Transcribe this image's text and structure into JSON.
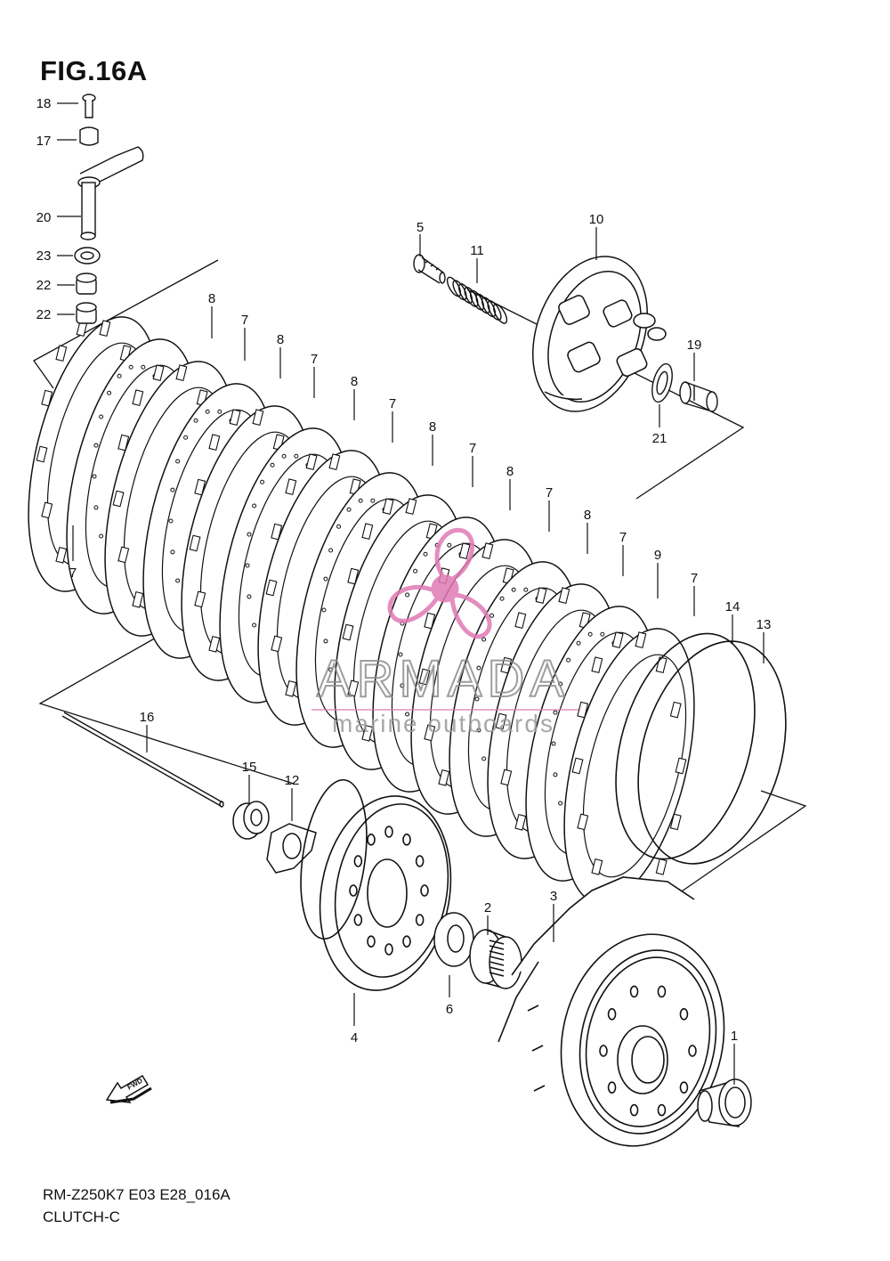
{
  "figure": {
    "title": "FIG.16A",
    "model_code": "RM-Z250K7 E03 E28_016A",
    "section": "CLUTCH-C"
  },
  "watermark": {
    "brand": "ARMADA",
    "tagline": "marine outboards",
    "colors": {
      "brand": "#8c8c8c",
      "accent": "#e07ab4"
    }
  },
  "direction_marker": {
    "label": "FWD",
    "icon": "arrow-icon"
  },
  "callouts": [
    "18",
    "17",
    "20",
    "23",
    "22",
    "22",
    "5",
    "11",
    "10",
    "19",
    "21",
    "8",
    "7",
    "8",
    "7",
    "8",
    "7",
    "8",
    "7",
    "8",
    "7",
    "8",
    "7",
    "9",
    "7",
    "14",
    "13",
    "7",
    "16",
    "15",
    "12",
    "2",
    "3",
    "6",
    "4",
    "1"
  ]
}
